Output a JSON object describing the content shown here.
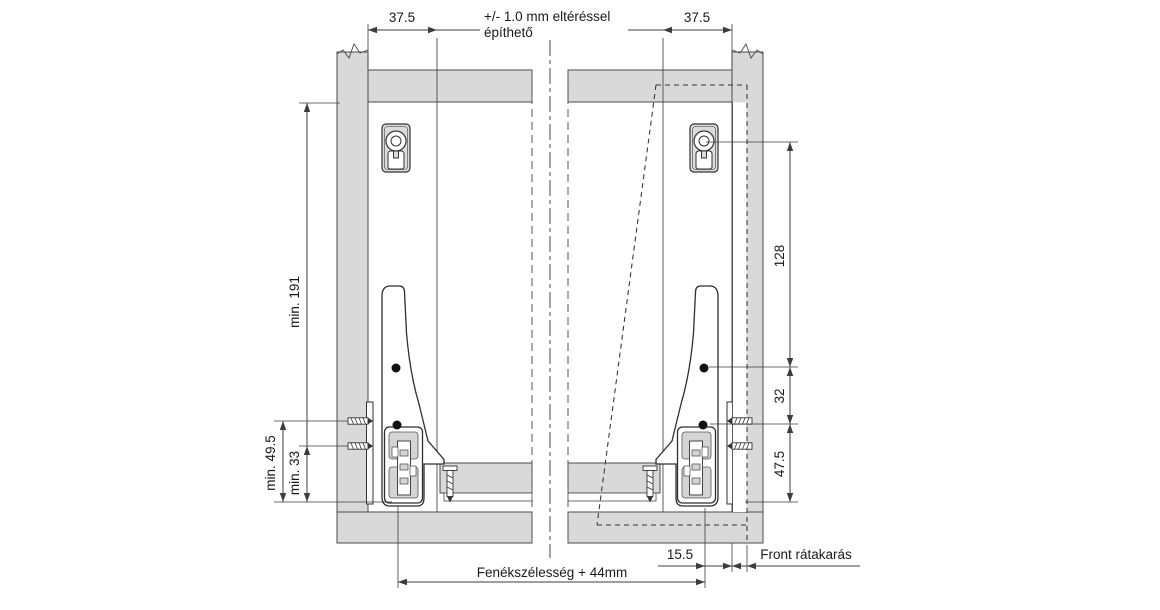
{
  "labels": {
    "top_left_offset": "37.5",
    "top_right_offset": "37.5",
    "tolerance_note_line1": "+/- 1.0 mm eltéréssel",
    "tolerance_note_line2": "építhető",
    "left_min_height": "min. 191",
    "left_min_outer": "min. 49.5",
    "left_min_inner": "min. 33",
    "right_top_spacing": "128",
    "right_mid_spacing": "32",
    "right_bottom_spacing": "47.5",
    "bottom_gap": "15.5",
    "front_overlay_label": "Front rátakarás",
    "bottom_width_label": "Fenékszélesség + 44mm"
  },
  "colors": {
    "background": "#ffffff",
    "panel_fill": "#d9d9d9",
    "outline": "#2e2e2e",
    "dimension_line": "#3c3c3c"
  }
}
